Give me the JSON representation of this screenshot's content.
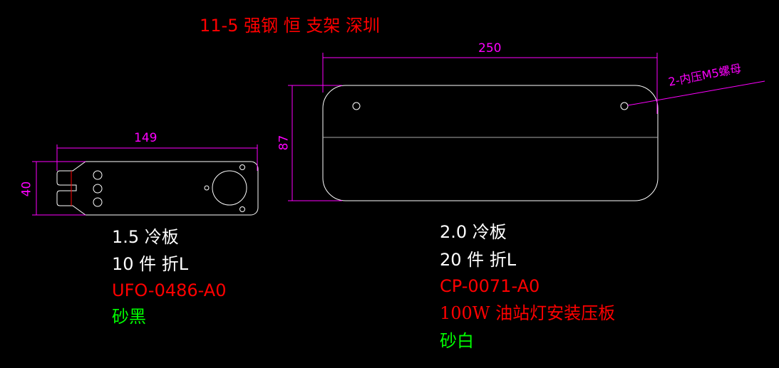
{
  "title": "11-5 强钢 恒 支架 深圳",
  "colors": {
    "title": "#ff0000",
    "dim": "#ff00ff",
    "outline": "#ffffff",
    "note": "#ffffff",
    "part": "#ff0000",
    "finish": "#00ff00",
    "background": "#000000"
  },
  "left_part": {
    "dim_width": "149",
    "dim_height": "40",
    "material": "1.5 冷板",
    "qty": "10 件 折L",
    "part_no": "UFO-0486-A0",
    "finish": "砂黑"
  },
  "right_part": {
    "dim_width": "250",
    "dim_height": "87",
    "leader_note": "2-内压M5螺母",
    "material": "2.0 冷板",
    "qty": "20 件 折L",
    "part_no": "CP-0071-A0",
    "description": "100W 油站灯安装压板",
    "finish": "砂白"
  }
}
